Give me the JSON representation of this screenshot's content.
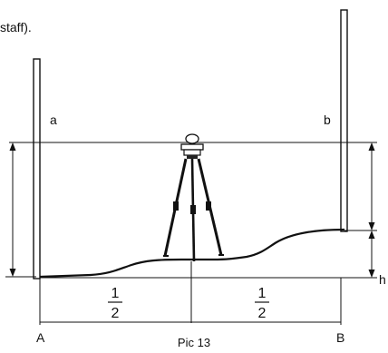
{
  "caption": "Pic 13",
  "top_text": "staff).",
  "labels": {
    "staff_a": "a",
    "staff_b": "b",
    "point_a": "A",
    "point_b": "B",
    "h_partial": "h"
  },
  "fractions": [
    {
      "numerator": "1",
      "denominator": "2"
    },
    {
      "numerator": "1",
      "denominator": "2"
    }
  ],
  "colors": {
    "ink": "#111111",
    "background": "#ffffff"
  }
}
